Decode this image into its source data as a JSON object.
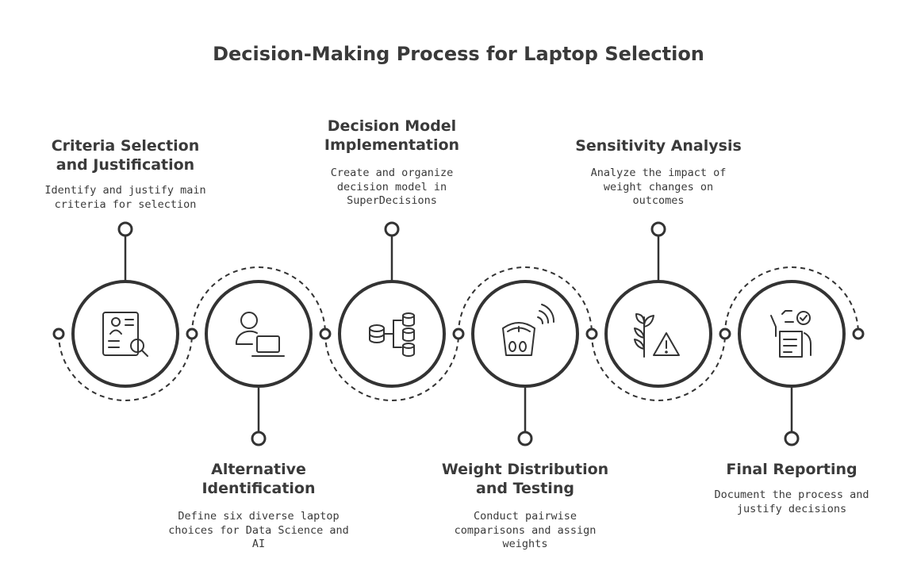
{
  "title": "Decision-Making Process for Laptop Selection",
  "colors": {
    "stroke": "#333333",
    "background": "#ffffff",
    "text": "#3a3a3a"
  },
  "steps": [
    {
      "title_line1": "Criteria Selection",
      "title_line2": "and Justification",
      "desc_line1": "Identify and justify main",
      "desc_line2": "criteria for selection",
      "desc_line3": "",
      "icon": "criteria-search-icon",
      "label_position": "top"
    },
    {
      "title_line1": "Alternative",
      "title_line2": "Identification",
      "desc_line1": "Define six diverse laptop",
      "desc_line2": "choices for Data Science and",
      "desc_line3": "AI",
      "icon": "user-laptop-icon",
      "label_position": "bottom"
    },
    {
      "title_line1": "Decision Model",
      "title_line2": "Implementation",
      "desc_line1": "Create and organize",
      "desc_line2": "decision model in",
      "desc_line3": "SuperDecisions",
      "icon": "database-model-icon",
      "label_position": "top"
    },
    {
      "title_line1": "Weight Distribution",
      "title_line2": "and Testing",
      "desc_line1": "Conduct pairwise",
      "desc_line2": "comparisons and assign",
      "desc_line3": "weights",
      "icon": "smart-scale-icon",
      "label_position": "bottom"
    },
    {
      "title_line1": "Sensitivity Analysis",
      "title_line2": "",
      "desc_line1": "Analyze the impact of",
      "desc_line2": "weight changes on",
      "desc_line3": "outcomes",
      "icon": "plant-warning-icon",
      "label_position": "top"
    },
    {
      "title_line1": "Final Reporting",
      "title_line2": "",
      "desc_line1": "Document the process and",
      "desc_line2": "justify decisions",
      "desc_line3": "",
      "icon": "checklist-document-icon",
      "label_position": "bottom"
    }
  ]
}
